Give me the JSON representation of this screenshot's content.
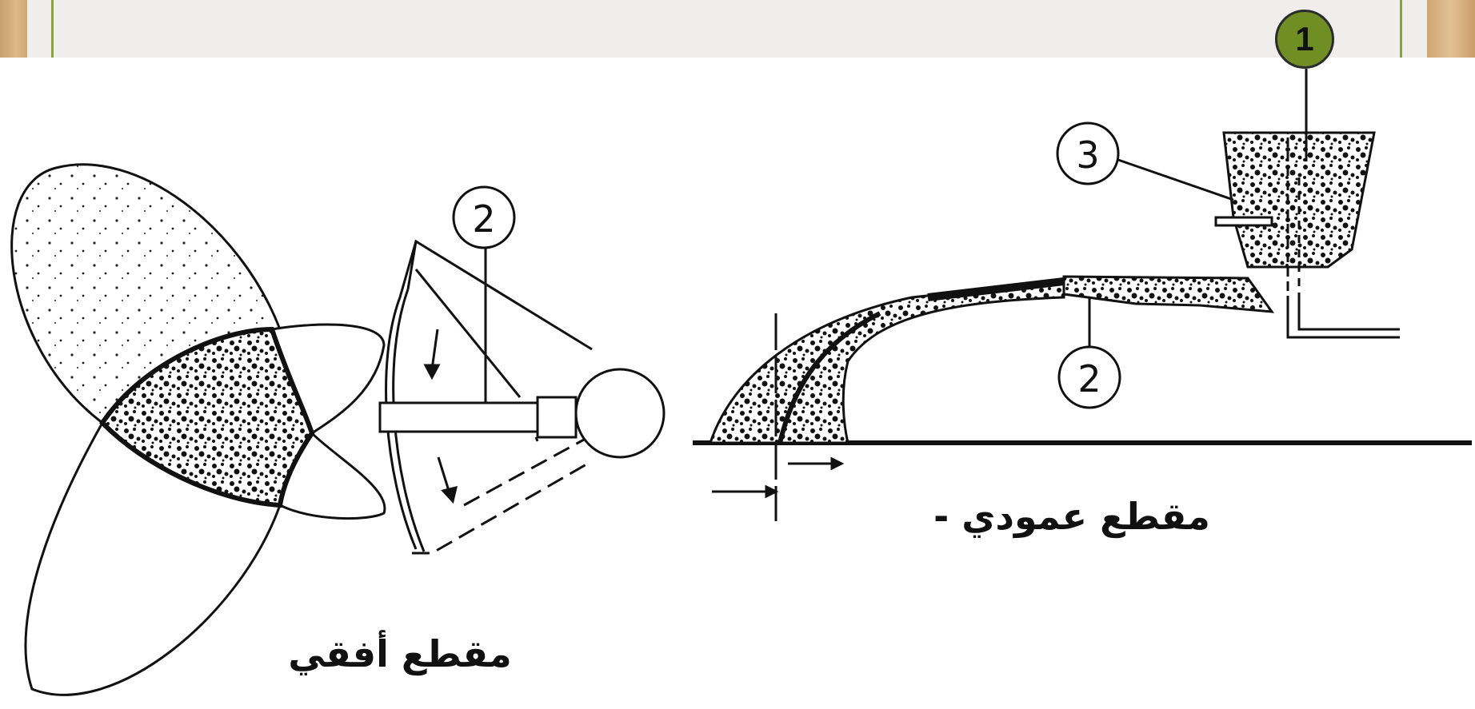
{
  "labels": {
    "horizontal_section": "مقطع أفقي",
    "vertical_section": "مقطع عمودي -",
    "callout_2_left": "2",
    "callout_2_right": "2",
    "callout_3": "3",
    "badge_1": "1"
  },
  "colors": {
    "badge_fill": "#6f8e24",
    "frame_line": "#86a33a",
    "ink": "#111111"
  }
}
